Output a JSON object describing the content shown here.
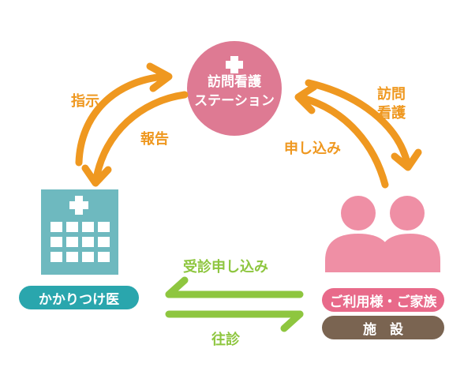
{
  "colors": {
    "orange": "#ef9820",
    "green": "#8ec63f",
    "station_pink": "#de7a93",
    "people_pink": "#ef8fa5",
    "family_badge": "#e86a8a",
    "facility_badge": "#7a6451",
    "doctor_teal": "#6eb9bf",
    "doctor_badge": "#2aa6ad"
  },
  "station": {
    "line1": "訪問看護",
    "line2": "ステーション",
    "icon": "cross-icon"
  },
  "doctor": {
    "label": "かかりつけ医",
    "icon": "hospital-building-icon"
  },
  "family": {
    "label": "ご利用様・ご家族",
    "icon": "people-icon"
  },
  "facility": {
    "label": "施　設"
  },
  "arrows": {
    "instruction": "指示",
    "report": "報告",
    "visit_nursing_line1": "訪問",
    "visit_nursing_line2": "看護",
    "apply_to_station": "申し込み",
    "apply_consult": "受診申し込み",
    "home_visit": "往診"
  }
}
